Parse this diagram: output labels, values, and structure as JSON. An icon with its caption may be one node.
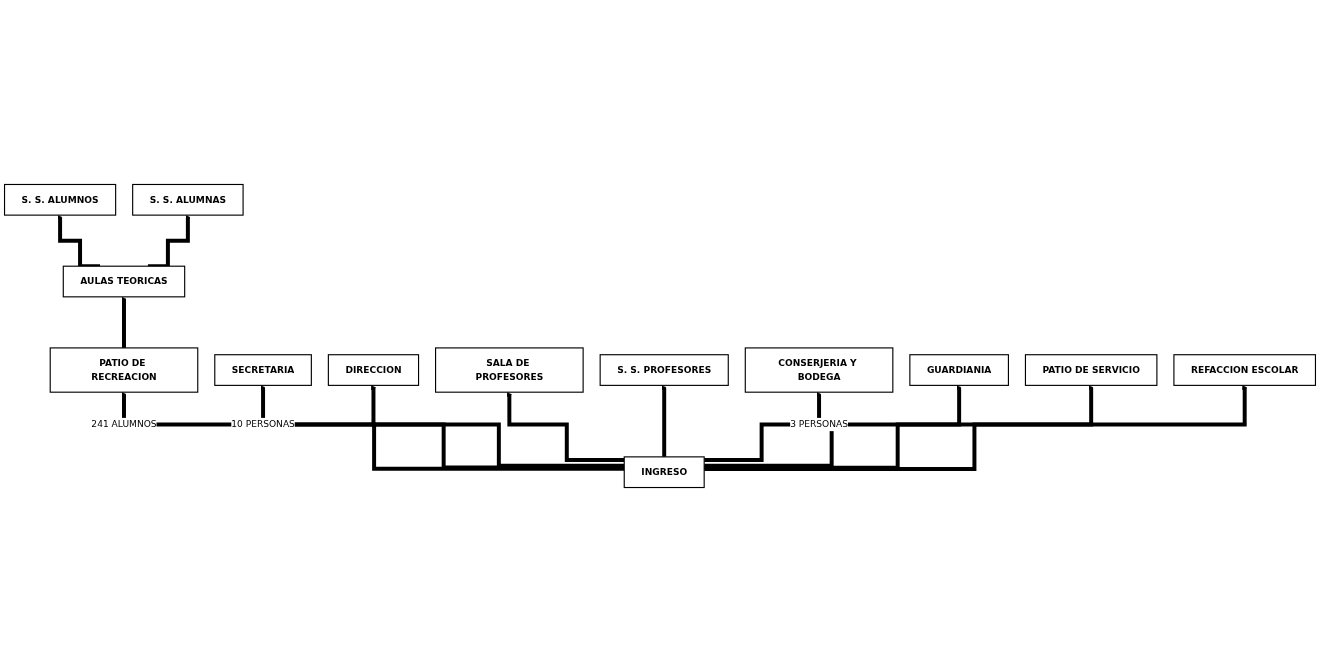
{
  "diagram": {
    "nodes": [
      {
        "text": [
          "S. S. ALUMNOS"
        ]
      },
      {
        "text": [
          "AULAS TEORICAS"
        ]
      },
      {
        "text": [
          "S. S. ALUMNAS"
        ]
      },
      {
        "text": [
          "PATIO DE RECREACION"
        ]
      },
      {
        "text": [
          "SECRETARIA"
        ]
      },
      {
        "text": [
          "DIRECCION"
        ]
      },
      {
        "text": [
          "SALA DE PROFESORES"
        ]
      },
      {
        "text": [
          "S. S. PROFESORES"
        ]
      },
      {
        "text": [
          "INGRESO"
        ]
      },
      {
        "text": [
          "CONSERJERIA Y BODEGA"
        ]
      },
      {
        "text": [
          "GUARDIANIA"
        ]
      },
      {
        "text": [
          "PATIO DE SERVICIO"
        ]
      },
      {
        "text": [
          "REFACCION ESCOLAR"
        ]
      }
    ],
    "edges": [
      {
        "from": 1,
        "to": 0,
        "arrow": "to"
      },
      {
        "from": 1,
        "to": 2,
        "arrow": "to"
      },
      {
        "from": 3,
        "to": 1,
        "arrow": "to"
      },
      {
        "from": 8,
        "to": 3,
        "arrow": "to",
        "label": "241 ALUMNOS"
      },
      {
        "from": 8,
        "to": 4,
        "arrow": "to",
        "label": "10 PERSONAS"
      },
      {
        "from": 8,
        "to": 5,
        "arrow": "to"
      },
      {
        "from": 8,
        "to": 6,
        "arrow": "to"
      },
      {
        "from": 8,
        "to": 7,
        "arrow": "to"
      },
      {
        "from": 8,
        "to": 9,
        "arrow": "to",
        "label": "3 PERSONAS"
      },
      {
        "from": 8,
        "to": 10,
        "arrow": "to"
      },
      {
        "from": 8,
        "to": 11,
        "arrow": "to"
      },
      {
        "from": 8,
        "to": 12,
        "arrow": "to"
      }
    ]
  }
}
